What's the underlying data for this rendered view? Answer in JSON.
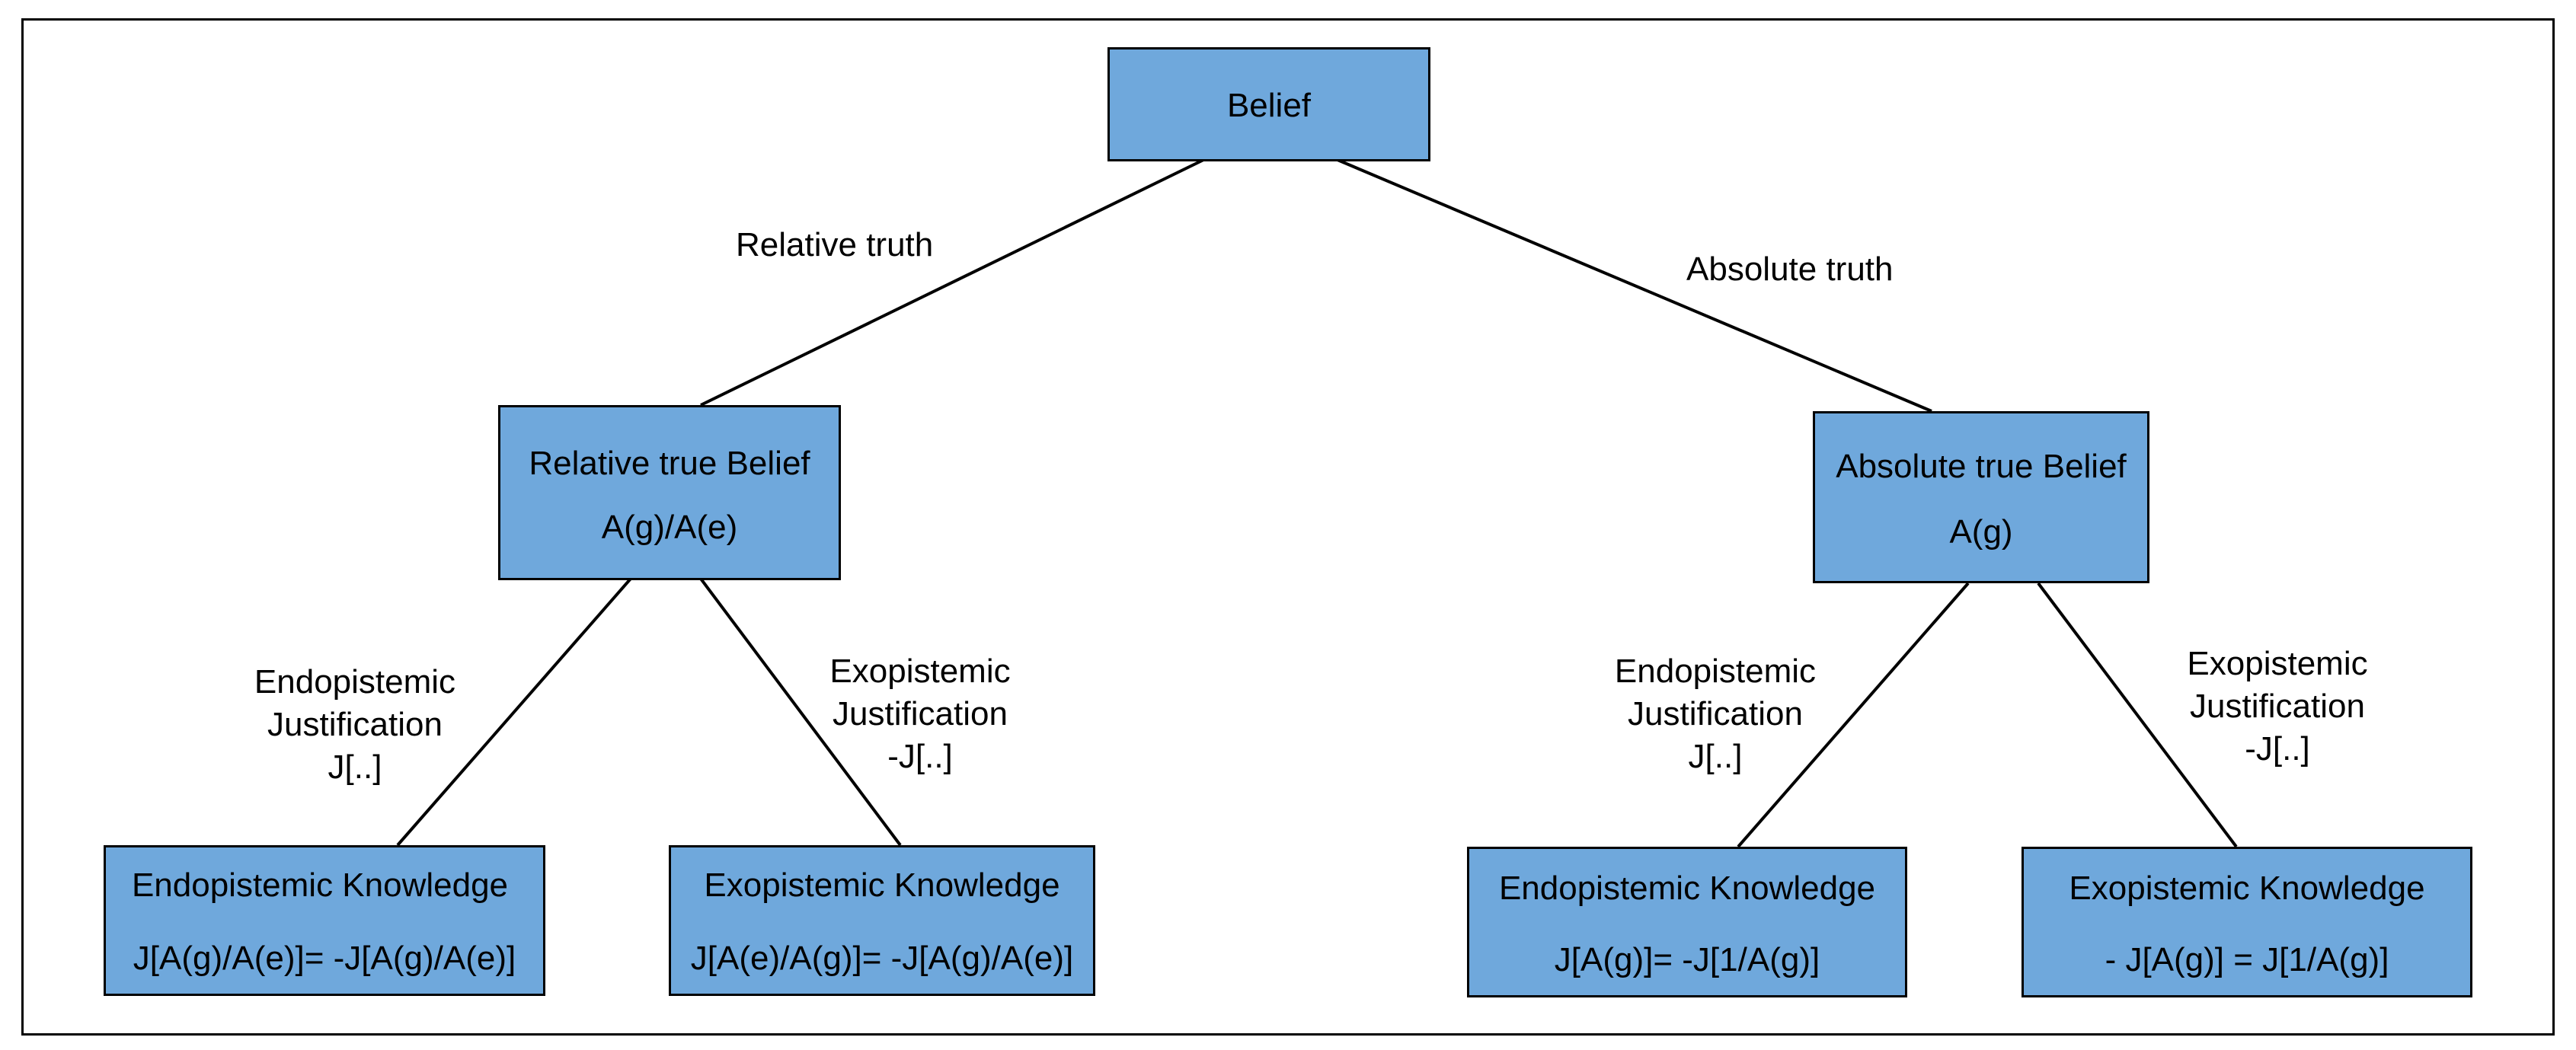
{
  "nodes": {
    "root": {
      "title": "Belief"
    },
    "relative": {
      "title": "Relative true Belief",
      "formula": "A(g)/A(e)"
    },
    "absolute": {
      "title": "Absolute true Belief",
      "formula": "A(g)"
    },
    "rel_endo": {
      "title": "Endopistemic Knowledge",
      "formula": "J[A(g)/A(e)]= -J[A(g)/A(e)]"
    },
    "rel_exo": {
      "title": "Exopistemic Knowledge",
      "formula": "J[A(e)/A(g)]= -J[A(g)/A(e)]"
    },
    "abs_endo": {
      "title": "Endopistemic Knowledge",
      "formula": "J[A(g)]= -J[1/A(g)]"
    },
    "abs_exo": {
      "title": "Exopistemic Knowledge",
      "formula": "- J[A(g)] = J[1/A(g)]"
    }
  },
  "edge_labels": {
    "relative_truth": "Relative truth",
    "absolute_truth": "Absolute truth",
    "rel_endo": [
      "Endopistemic",
      "Justification",
      "J[..]"
    ],
    "rel_exo": [
      "Exopistemic",
      "Justification",
      "-J[..]"
    ],
    "abs_endo": [
      "Endopistemic",
      "Justification",
      "J[..]"
    ],
    "abs_exo": [
      "Exopistemic",
      "Justification",
      "-J[..]"
    ]
  },
  "colors": {
    "node_fill": "#6fa8dc",
    "stroke": "#000000"
  }
}
